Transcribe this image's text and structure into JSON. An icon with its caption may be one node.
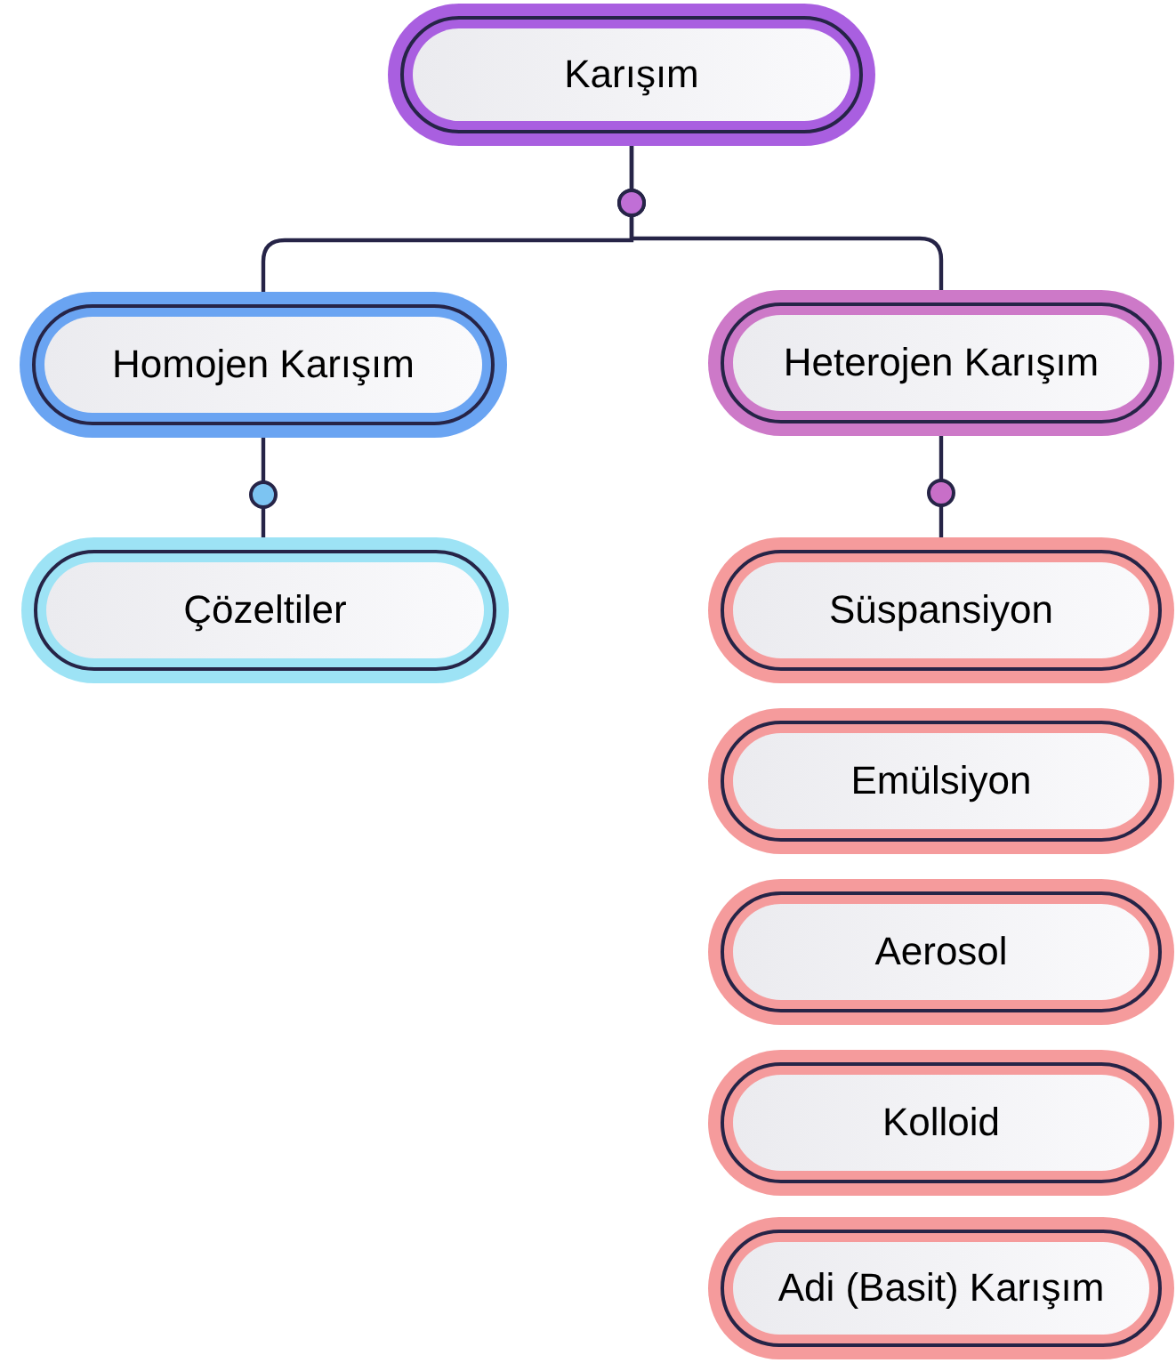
{
  "diagram": {
    "nodes": [
      {
        "text": [
          "Karışım"
        ]
      },
      {
        "text": [
          "Homojen Karışım"
        ]
      },
      {
        "text": [
          "Heterojen Karışım"
        ]
      },
      {
        "text": [
          "Çözeltiler"
        ]
      },
      {
        "text": [
          "Süspansiyon"
        ]
      },
      {
        "text": [
          "Emülsiyon"
        ]
      },
      {
        "text": [
          "Aerosol"
        ]
      },
      {
        "text": [
          "Kolloid"
        ]
      },
      {
        "text": [
          "Adi (Basit) Karışım"
        ]
      }
    ],
    "edges": [
      {
        "from": 0,
        "to": 1,
        "arrow": "other"
      },
      {
        "from": 0,
        "to": 2,
        "arrow": "other"
      },
      {
        "from": 1,
        "to": 3,
        "arrow": "other"
      },
      {
        "from": 2,
        "to": 4,
        "arrow": "other"
      }
    ]
  }
}
